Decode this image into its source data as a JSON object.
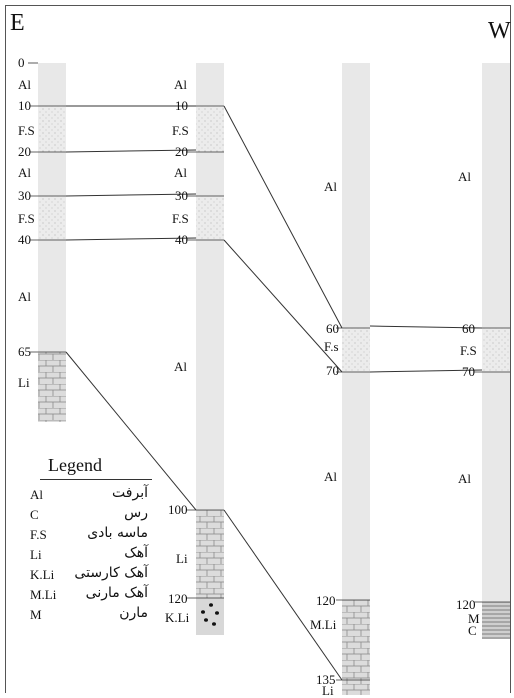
{
  "header": {
    "left_direction": "E",
    "right_direction": "W"
  },
  "wells": [
    {
      "id": "w1",
      "depth_labels": [
        "0",
        "10",
        "20",
        "30",
        "40",
        "65"
      ],
      "layer_labels": [
        "Al",
        "F.S",
        "Al",
        "F.S",
        "Al",
        "Li"
      ]
    },
    {
      "id": "w2",
      "depth_labels": [
        "10",
        "20",
        "30",
        "40",
        "100",
        "120"
      ],
      "layer_labels": [
        "Al",
        "F.S",
        "Al",
        "F.S",
        "Al",
        "Li",
        "K.Li"
      ]
    },
    {
      "id": "w3",
      "depth_labels": [
        "60",
        "70",
        "120",
        "135"
      ],
      "layer_labels": [
        "Al",
        "F.s",
        "Al",
        "M.Li",
        "Li"
      ]
    },
    {
      "id": "w4",
      "depth_labels": [
        "60",
        "70",
        "120"
      ],
      "layer_labels": [
        "Al",
        "F.S",
        "Al",
        "M",
        "C"
      ]
    }
  ],
  "legend": {
    "title": "Legend",
    "items": [
      {
        "code": "Al",
        "name": "آبرفت"
      },
      {
        "code": "C",
        "name": "رس"
      },
      {
        "code": "F.S",
        "name": "ماسه بادی"
      },
      {
        "code": "Li",
        "name": "آهک"
      },
      {
        "code": "K.Li",
        "name": "آهک کارستی"
      },
      {
        "code": "M.Li",
        "name": "آهک مارنی"
      },
      {
        "code": "M",
        "name": "مارن"
      }
    ]
  },
  "colors": {
    "column": "#e8e8e8",
    "line": "#333333",
    "hatch": "#8a8a8a"
  }
}
